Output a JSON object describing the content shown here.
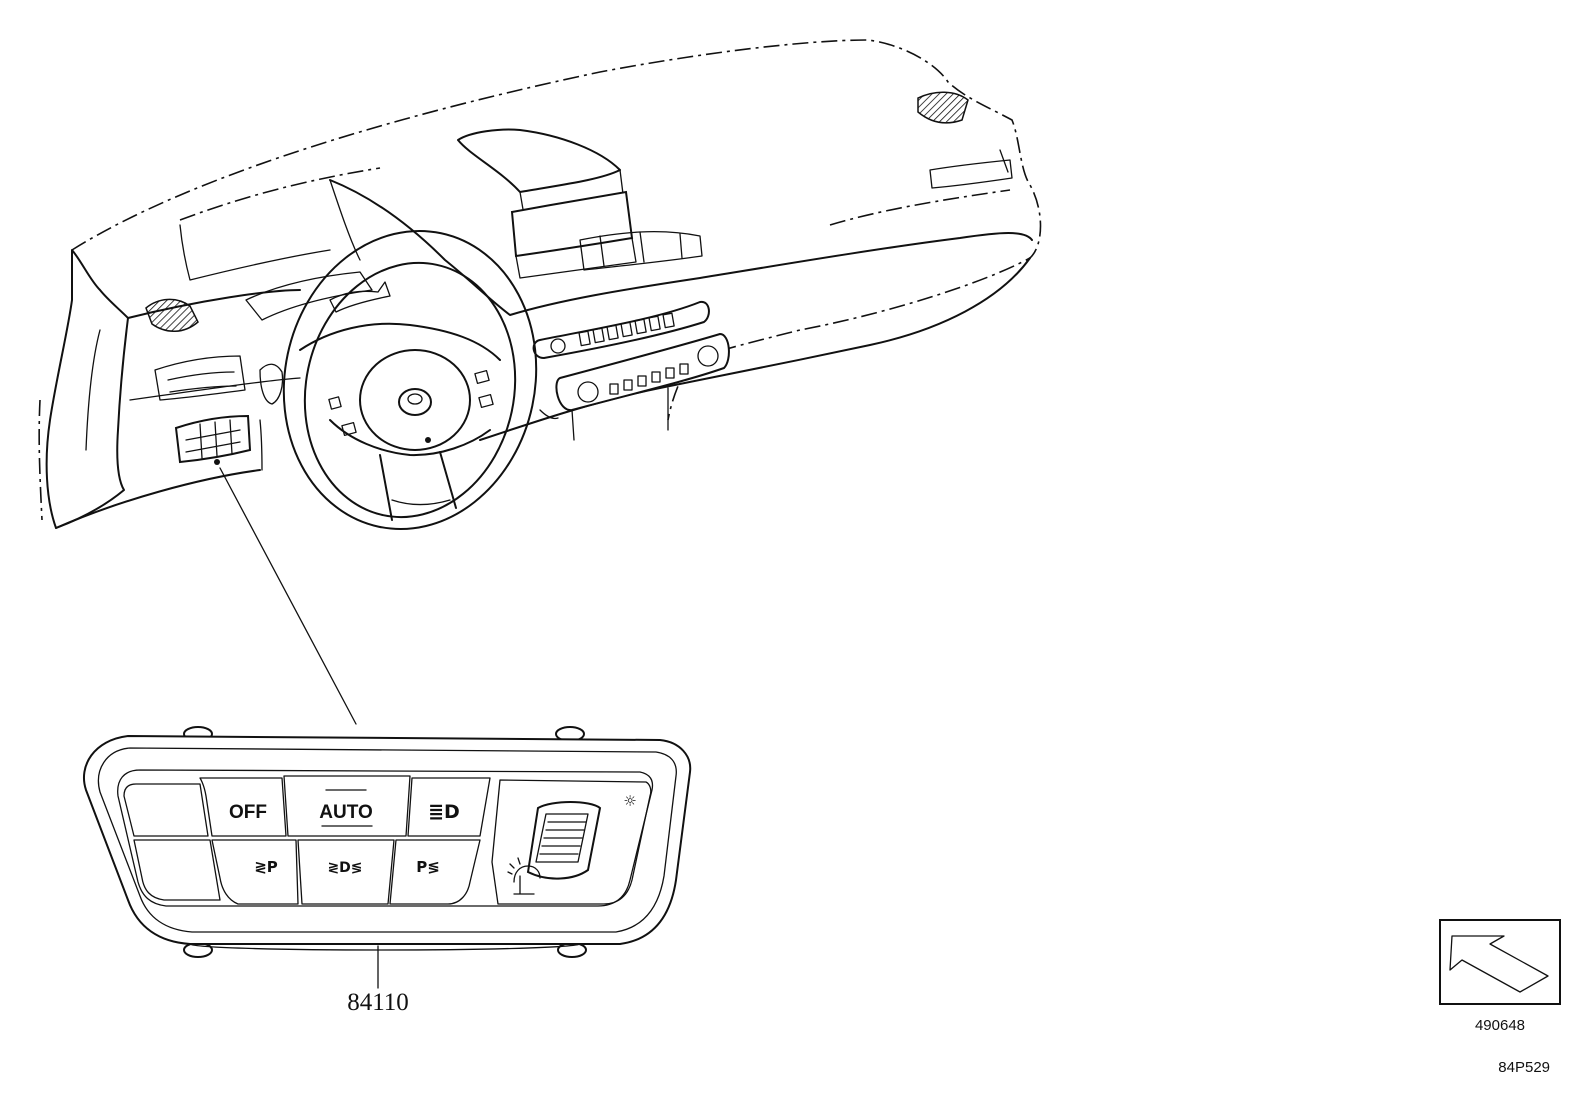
{
  "switch_panel": {
    "buttons": {
      "off": "OFF",
      "auto": "AUTO",
      "fog_front": "≣D",
      "fog_rear_left": "≷P",
      "side_lights": "≷D≶",
      "parking_right": "P≶"
    }
  },
  "callout": {
    "part_number": "84110"
  },
  "view_indicator": {
    "code": "490648"
  },
  "diagram_code": "84P529"
}
